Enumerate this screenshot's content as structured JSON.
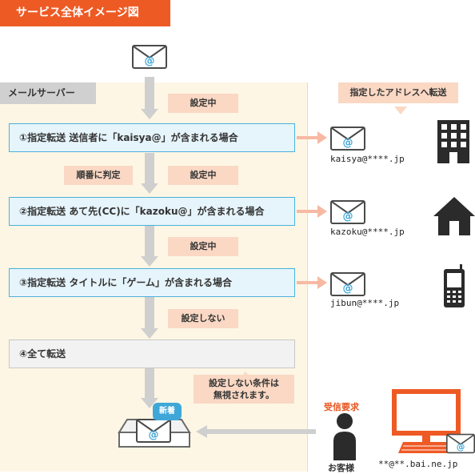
{
  "title": "サービス全体イメージ図",
  "server_label": "メールサーバー",
  "forward_bubble": "指定したアドレスへ転送",
  "tags": {
    "set1": "設定中",
    "order": "順番に判定",
    "set2": "設定中",
    "set3": "設定中",
    "not_set": "設定しない"
  },
  "rules": [
    {
      "label": "①指定転送 送信者に「kaisya@」が含まれる場合"
    },
    {
      "label": "②指定転送 あて先(CC)に「kazoku@」が含まれる場合"
    },
    {
      "label": "③指定転送 タイトルに「ゲーム」が含まれる場合"
    },
    {
      "label": "④全て転送"
    }
  ],
  "addresses": [
    "kaisya@****.jp",
    "kazoku@****.jp",
    "jibun@****.jp"
  ],
  "ignore_note_line1": "設定しない条件は",
  "ignore_note_line2": "無視されます。",
  "new_badge": "新着",
  "receive_request": "受信要求",
  "customer_label": "お客様",
  "customer_address": "**@**.bai.ne.jp",
  "colors": {
    "accent": "#ee5a24",
    "rule_border": "#4bb1dc",
    "rule_bg": "#e6f4fb",
    "tag_bg": "#fad8c4",
    "server_bg": "#fdf6e4"
  }
}
